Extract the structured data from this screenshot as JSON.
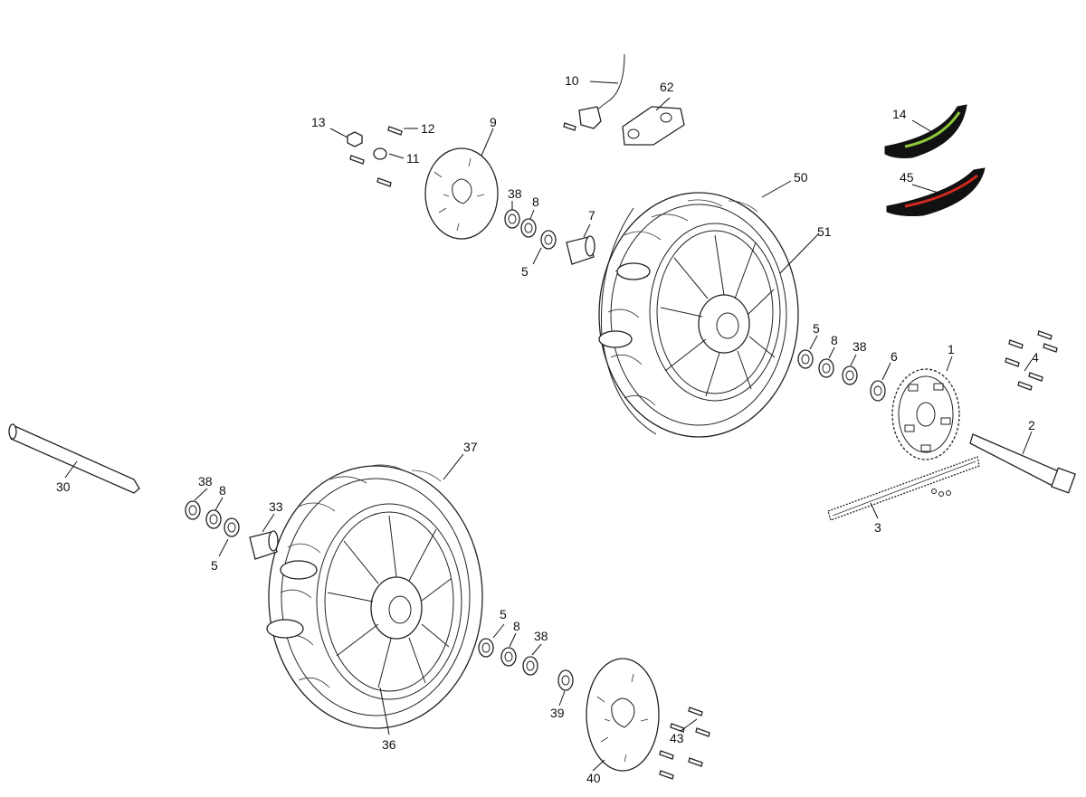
{
  "diagram": {
    "callouts": {
      "c1": "1",
      "c2": "2",
      "c3": "3",
      "c4": "4",
      "c5a": "5",
      "c5b": "5",
      "c5c": "5",
      "c5d": "5",
      "c6": "6",
      "c7": "7",
      "c8a": "8",
      "c8b": "8",
      "c8c": "8",
      "c8d": "8",
      "c9": "9",
      "c10": "10",
      "c11": "11",
      "c12": "12",
      "c13": "13",
      "c14": "14",
      "c30": "30",
      "c33": "33",
      "c36": "36",
      "c37": "37",
      "c38a": "38",
      "c38b": "38",
      "c38c": "38",
      "c38d": "38",
      "c39": "39",
      "c40": "40",
      "c43": "43",
      "c45": "45",
      "c50": "50",
      "c51": "51",
      "c62": "62"
    },
    "colors": {
      "line": "#222222",
      "decal_green": "#8fc93a",
      "decal_red": "#d0281e",
      "decal_black": "#111111"
    }
  }
}
